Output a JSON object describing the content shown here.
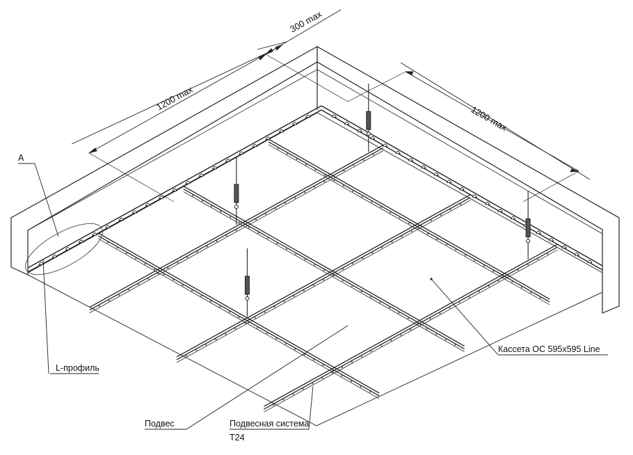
{
  "dimensions": {
    "top_short": "300 max",
    "left_long": "1200 max",
    "right_long": "1200 max"
  },
  "callouts": {
    "detail_marker": "A",
    "l_profile": "L-профиль",
    "hanger": "Подвес",
    "suspension_line1": "Подвесная система",
    "suspension_line2": "T24",
    "cassette": "Кассета OC 595x595 Line"
  }
}
